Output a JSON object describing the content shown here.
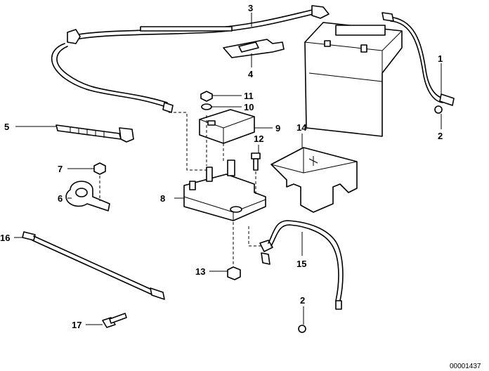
{
  "callouts": [
    {
      "id": "c1",
      "text": "1"
    },
    {
      "id": "c2a",
      "text": "2"
    },
    {
      "id": "c2b",
      "text": "2"
    },
    {
      "id": "c3",
      "text": "3"
    },
    {
      "id": "c4",
      "text": "4"
    },
    {
      "id": "c5",
      "text": "5"
    },
    {
      "id": "c6",
      "text": "6"
    },
    {
      "id": "c7",
      "text": "7"
    },
    {
      "id": "c8",
      "text": "8"
    },
    {
      "id": "c9",
      "text": "9"
    },
    {
      "id": "c10",
      "text": "10"
    },
    {
      "id": "c11",
      "text": "11"
    },
    {
      "id": "c12",
      "text": "12"
    },
    {
      "id": "c13",
      "text": "13"
    },
    {
      "id": "c14",
      "text": "14"
    },
    {
      "id": "c15",
      "text": "15"
    },
    {
      "id": "c16",
      "text": "16"
    },
    {
      "id": "c17",
      "text": "17"
    }
  ],
  "reference_number": "00001437"
}
